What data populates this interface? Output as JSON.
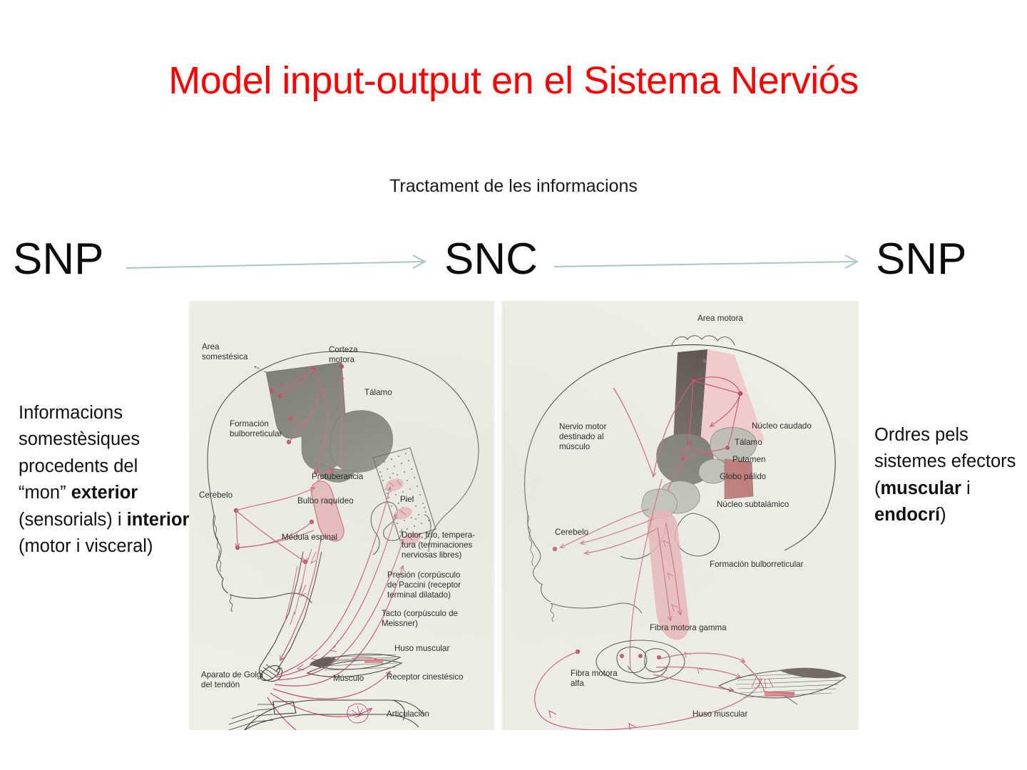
{
  "slide": {
    "title": "Model input-output en el Sistema Nerviós",
    "title_color": "#FF0000",
    "subtitle": "Tractament de les informacions",
    "background": "#FFFFFF"
  },
  "flow": {
    "left_label": "SNP",
    "center_label": "SNC",
    "right_label": "SNP",
    "arrow_color": "#a9c6c6",
    "arrow_left_name": "arrow-right-icon",
    "arrow_right_name": "arrow-right-icon"
  },
  "captions": {
    "left": {
      "line1": "Informacions somestèsiques procedents del “mon” ",
      "bold1": "exterior",
      "line2": " (sensorials) i ",
      "bold2": "interior",
      "line3": " (motor i visceral)"
    },
    "right": {
      "line1": "Ordres pels sistemes efectors (",
      "bold1": "muscular",
      "line2": " i ",
      "bold2": "endocrí",
      "line3": ")"
    }
  },
  "figure": {
    "name": "nervous-system-input-output-diagram",
    "background": "#eeeee7",
    "ink_color": "#3a3a34",
    "pathway_color": "#c0506a",
    "gray_fill": "#6f6f66",
    "dark_fill": "#5e5450",
    "pink_fill": "#f1c9c9",
    "putamen_fill": "#b56a6a",
    "left_panel": {
      "title_implied": "Vies sensorials (input)",
      "labels": [
        "Area\nsomestésica",
        "Corteza\nmotora",
        "Tálamo",
        "Formación\nbulborreticular",
        "Protuberancia",
        "Cerebelo",
        "Bulbo raquídeo",
        "Piel",
        "Médula espinal",
        "Dolor, frío, tempera-\ntura (terminaciones\nnerviosas libres)",
        "Presión (corpúsculo\nde Paccini (receptor\nterminal dilatado)",
        "Tacto (corpúsculo de\nMeissner)",
        "Huso muscular",
        "Receptor cinestésico",
        "Músculo",
        "Aparato de Golgi\ndel tendón",
        "Articulación"
      ]
    },
    "right_panel": {
      "title_implied": "Vies motores (output)",
      "labels": [
        "Area motora",
        "Núcleo caudado",
        "Tálamo",
        "Putamen",
        "Globo pálido",
        "Núcleo subtalámico",
        "Nervio motor\ndestinado al\nmúsculo",
        "Cerebelo",
        "Formación bulborreticular",
        "Fibra motora gamma",
        "Fibra motora\nalfa",
        "Huso muscular"
      ]
    }
  }
}
